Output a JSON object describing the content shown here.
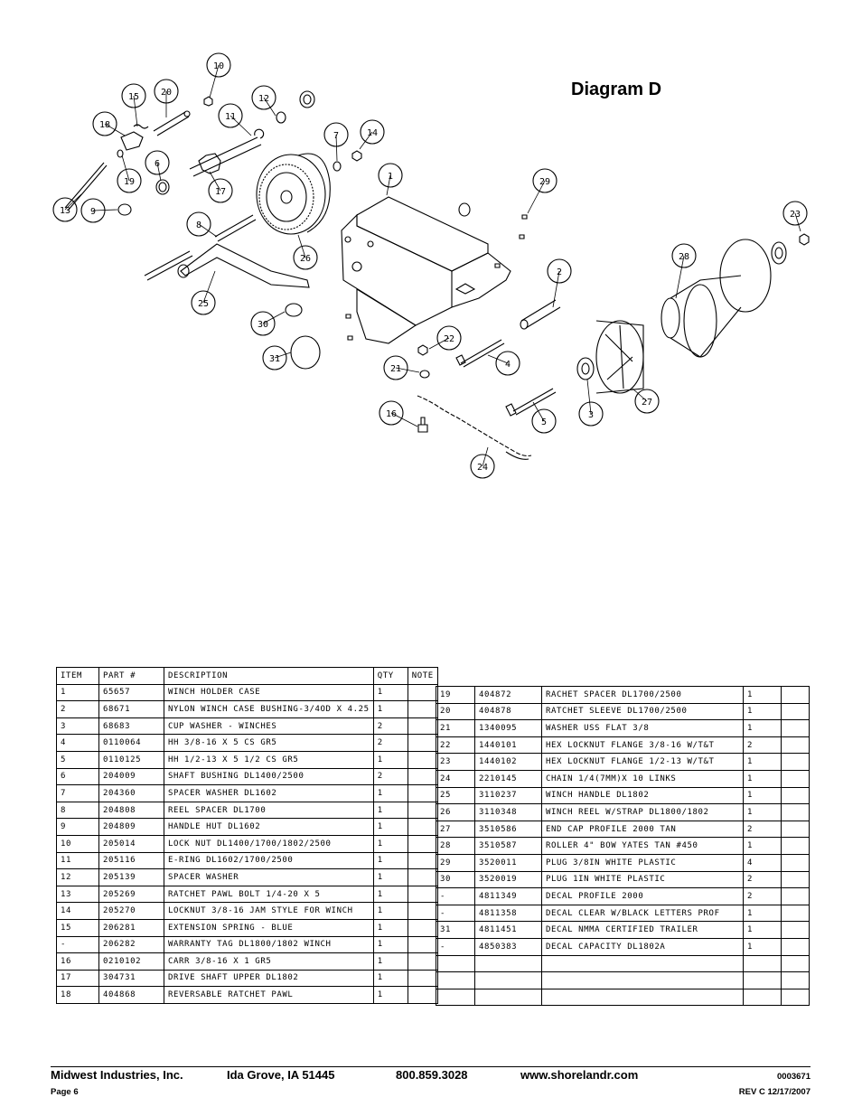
{
  "title": "Diagram D",
  "callouts": [
    "1",
    "2",
    "3",
    "4",
    "5",
    "6",
    "7",
    "8",
    "9",
    "10",
    "11",
    "12",
    "13",
    "14",
    "15",
    "16",
    "17",
    "18",
    "19",
    "20",
    "21",
    "22",
    "23",
    "24",
    "25",
    "26",
    "27",
    "28",
    "29",
    "30",
    "31"
  ],
  "table_left": {
    "headers": [
      "ITEM",
      "PART #",
      "DESCRIPTION",
      "QTY",
      "NOTE"
    ],
    "rows": [
      [
        "1",
        "65657",
        "WINCH HOLDER CASE",
        "1",
        ""
      ],
      [
        "2",
        "68671",
        "NYLON WINCH CASE BUSHING-3/4OD X 4.25",
        "1",
        ""
      ],
      [
        "3",
        "68683",
        "CUP WASHER - WINCHES",
        "2",
        ""
      ],
      [
        "4",
        "0110064",
        "HH 3/8-16 X 5 CS GR5",
        "2",
        ""
      ],
      [
        "5",
        "0110125",
        "HH 1/2-13 X 5 1/2 CS GR5",
        "1",
        ""
      ],
      [
        "6",
        "204009",
        "SHAFT BUSHING  DL1400/2500",
        "2",
        ""
      ],
      [
        "7",
        "204360",
        "SPACER WASHER  DL1602",
        "1",
        ""
      ],
      [
        "8",
        "204808",
        "REEL SPACER  DL1700",
        "1",
        ""
      ],
      [
        "9",
        "204809",
        "HANDLE HUT  DL1602",
        "1",
        ""
      ],
      [
        "10",
        "205014",
        "LOCK NUT  DL1400/1700/1802/2500",
        "1",
        ""
      ],
      [
        "11",
        "205116",
        "E-RING DL1602/1700/2500",
        "1",
        ""
      ],
      [
        "12",
        "205139",
        "SPACER WASHER",
        "1",
        ""
      ],
      [
        "13",
        "205269",
        "RATCHET PAWL BOLT 1/4-20 X 5",
        "1",
        ""
      ],
      [
        "14",
        "205270",
        "LOCKNUT 3/8-16 JAM STYLE FOR WINCH",
        "1",
        ""
      ],
      [
        "15",
        "206281",
        "EXTENSION SPRING - BLUE",
        "1",
        ""
      ],
      [
        "-",
        "206282",
        "WARRANTY TAG DL1800/1802 WINCH",
        "1",
        ""
      ],
      [
        "16",
        "0210102",
        "CARR 3/8-16 X 1 GR5",
        "1",
        ""
      ],
      [
        "17",
        "304731",
        "DRIVE SHAFT UPPER  DL1802",
        "1",
        ""
      ],
      [
        "18",
        "404868",
        "REVERSABLE RATCHET PAWL",
        "1",
        ""
      ]
    ]
  },
  "table_right": {
    "rows": [
      [
        "19",
        "404872",
        "RACHET SPACER  DL1700/2500",
        "1",
        ""
      ],
      [
        "20",
        "404878",
        "RATCHET SLEEVE  DL1700/2500",
        "1",
        ""
      ],
      [
        "21",
        "1340095",
        "WASHER USS FLAT 3/8",
        "1",
        ""
      ],
      [
        "22",
        "1440101",
        "HEX LOCKNUT FLANGE 3/8-16 W/T&T",
        "2",
        ""
      ],
      [
        "23",
        "1440102",
        "HEX LOCKNUT FLANGE 1/2-13 W/T&T",
        "1",
        ""
      ],
      [
        "24",
        "2210145",
        "CHAIN 1/4(7MM)X 10 LINKS",
        "1",
        ""
      ],
      [
        "25",
        "3110237",
        "WINCH HANDLE  DL1802",
        "1",
        ""
      ],
      [
        "26",
        "3110348",
        "WINCH REEL W/STRAP  DL1800/1802",
        "1",
        ""
      ],
      [
        "27",
        "3510586",
        "END CAP PROFILE 2000 TAN",
        "2",
        ""
      ],
      [
        "28",
        "3510587",
        "ROLLER 4\" BOW YATES TAN #450",
        "1",
        ""
      ],
      [
        "29",
        "3520011",
        "PLUG  3/8IN WHITE PLASTIC",
        "4",
        ""
      ],
      [
        "30",
        "3520019",
        "PLUG  1IN WHITE PLASTIC",
        "2",
        ""
      ],
      [
        "-",
        "4811349",
        "DECAL PROFILE 2000",
        "2",
        ""
      ],
      [
        "-",
        "4811358",
        "DECAL CLEAR W/BLACK LETTERS PROF",
        "1",
        ""
      ],
      [
        "31",
        "4811451",
        " DECAL NMMA CERTIFIED TRAILER",
        "1",
        ""
      ],
      [
        "-",
        "4850383",
        "DECAL CAPACITY DL1802A",
        "1",
        ""
      ],
      [
        "",
        "",
        "",
        "",
        ""
      ],
      [
        "",
        "",
        "",
        "",
        ""
      ],
      [
        "",
        "",
        "",
        "",
        ""
      ]
    ]
  },
  "footer": {
    "company": "Midwest Industries, Inc.",
    "city": "Ida Grove, IA  51445",
    "phone": "800.859.3028",
    "website": "www.shorelandr.com",
    "doc_number": "0003671",
    "page": "Page 6",
    "revision": "REV C  12/17/2007"
  }
}
